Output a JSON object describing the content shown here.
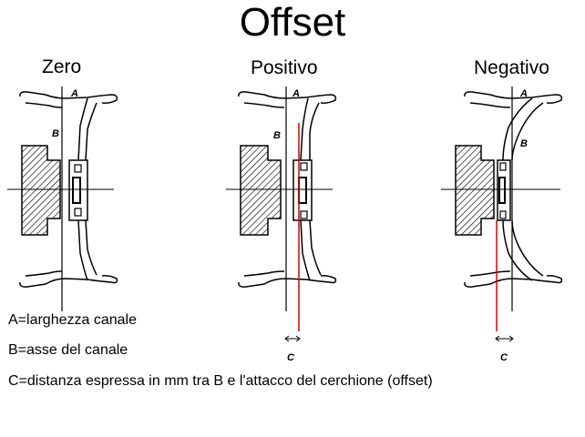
{
  "title": "Offset",
  "panels": [
    {
      "label": "Zero",
      "a_label": "A",
      "b_label": "B"
    },
    {
      "label": "Positivo",
      "a_label": "A",
      "b_label": "B",
      "c_label": "C"
    },
    {
      "label": "Negativo",
      "a_label": "A",
      "b_label": "B",
      "c_label": "C"
    }
  ],
  "legend": [
    "A=larghezza canale",
    "B=asse del canale",
    "C=distanza espressa in mm tra B e l'attacco del cerchione  (offset)"
  ],
  "colors": {
    "line": "#000000",
    "offset_line": "#e00000",
    "hatch": "#000000"
  }
}
